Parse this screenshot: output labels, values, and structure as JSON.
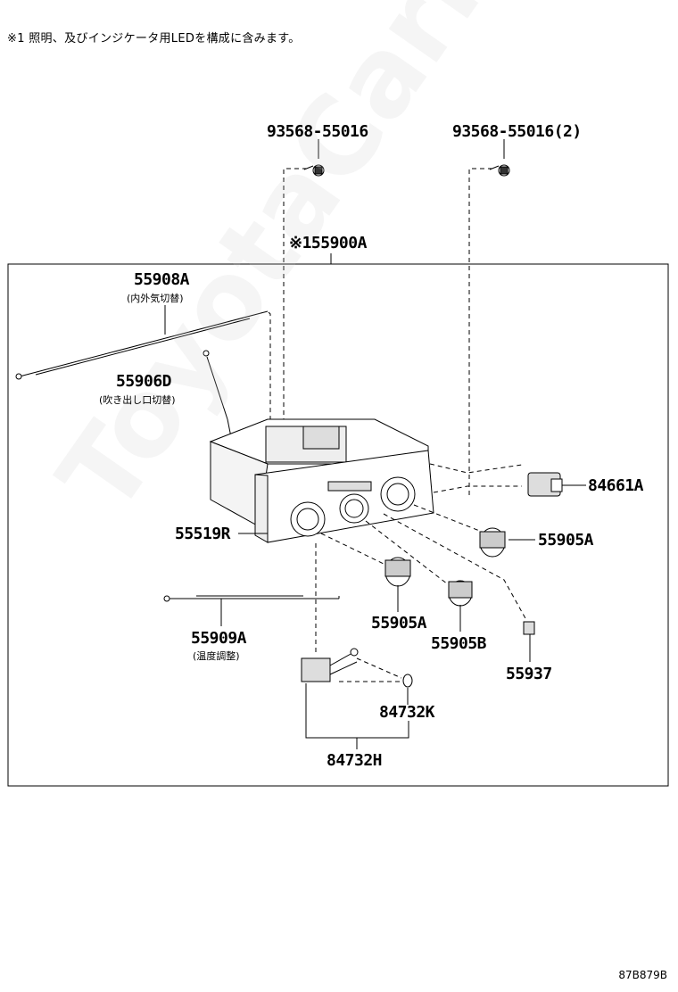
{
  "note": "※1 照明、及びインジケータ用LEDを構成に含みます。",
  "labels": {
    "screw_a": "93568-55016",
    "screw_b": "93568-55016(2)",
    "assembly": "※155900A",
    "cable_a": "55908A",
    "cable_a_sub": "(内外気切替)",
    "cable_d": "55906D",
    "cable_d_sub": "(吹き出し口切替)",
    "panel": "55519R",
    "switch": "84661A",
    "knob_a_right": "55905A",
    "knob_a": "55905A",
    "knob_b": "55905B",
    "cap": "55937",
    "cable_temp": "55909A",
    "cable_temp_sub": "(温度調整)",
    "bulb": "84732K",
    "socket": "84732H"
  },
  "watermark": "ToyotaCarMine.ru",
  "diagram_code": "87B879B"
}
